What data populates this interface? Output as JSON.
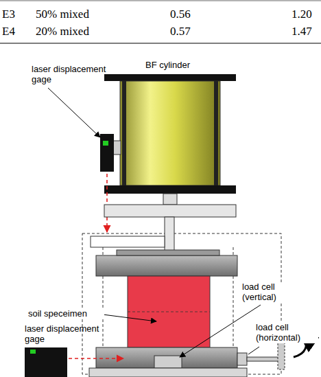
{
  "diagram": {
    "labels": [
      "E3",
      "50% mixed",
      "0.56",
      "1.20",
      "E4",
      "20% mixed",
      "0.57",
      "1.47",
      "laser displacement gage",
      "BF cylinder",
      "load cell (vertical)",
      "soil speceimen",
      "laser displacement gage",
      "load cell (horizontal)"
    ]
  }
}
